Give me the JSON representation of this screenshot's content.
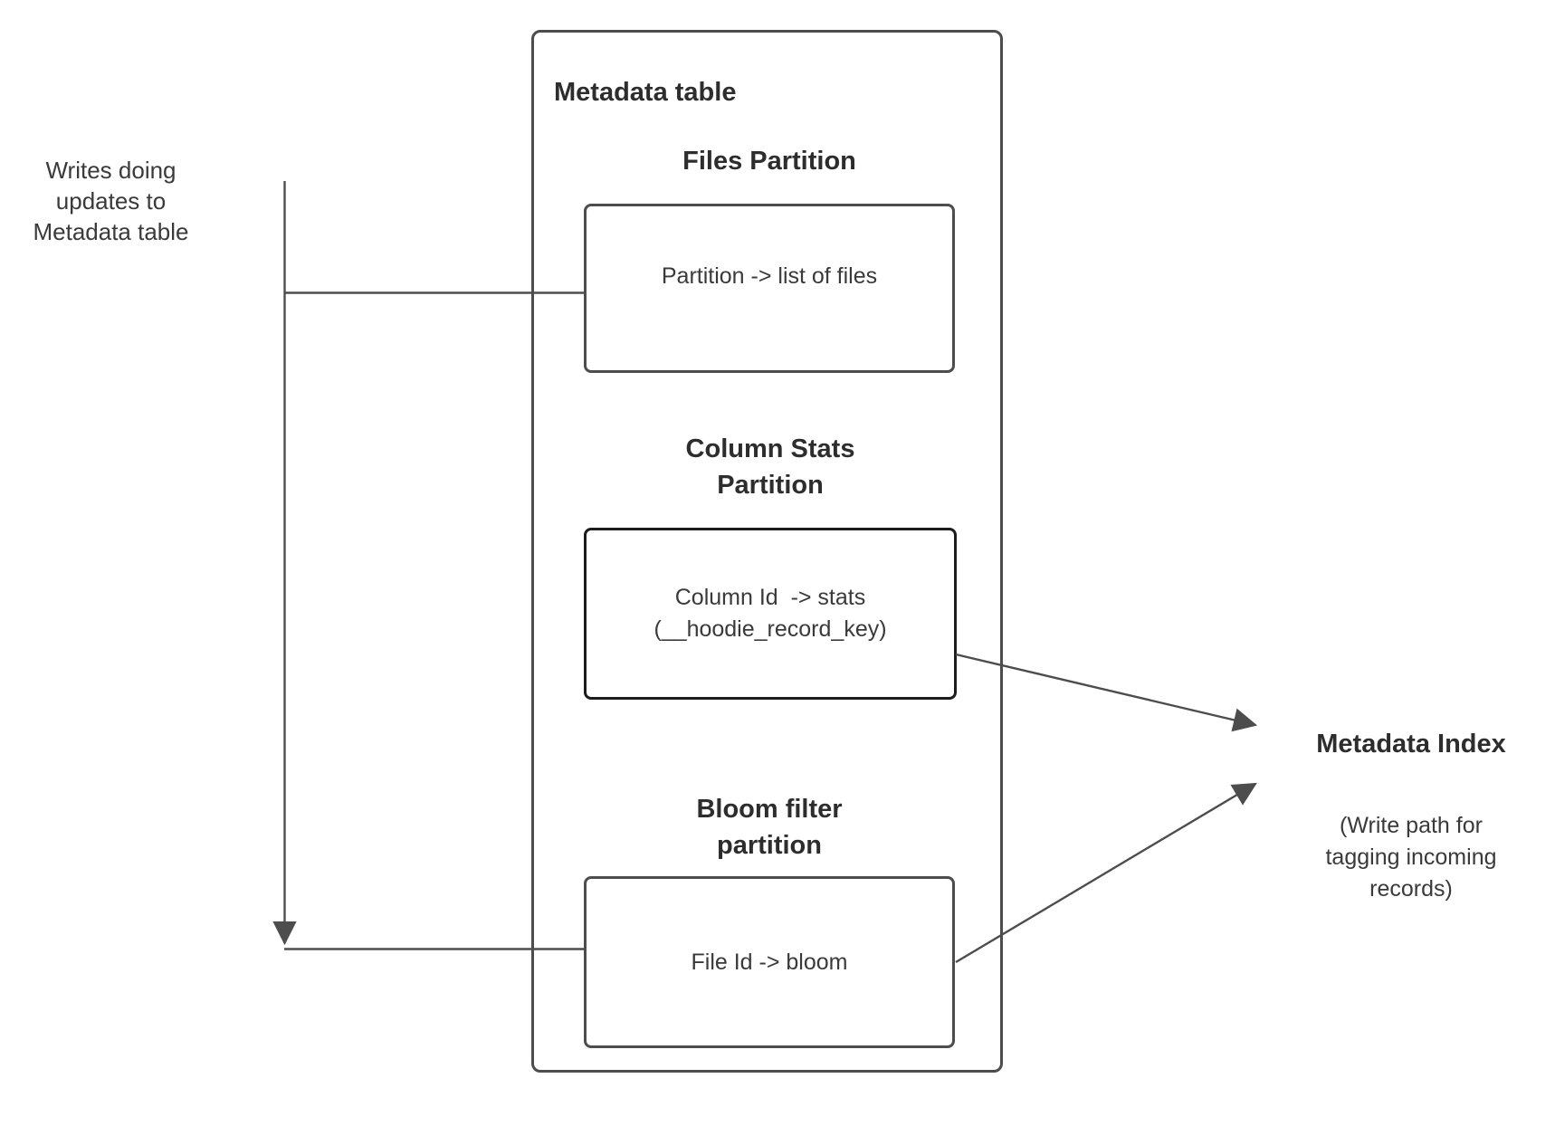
{
  "diagram": {
    "left_note": "Writes doing\nupdates to\nMetadata table",
    "table": {
      "title": "Metadata table"
    },
    "sections": [
      {
        "heading": "Files Partition",
        "box_label": "Partition -> list of files"
      },
      {
        "heading": "Column Stats\nPartition",
        "box_label": "Column Id  -> stats\n(__hoodie_record_key)"
      },
      {
        "heading": "Bloom filter\npartition",
        "box_label": "File Id -> bloom"
      }
    ],
    "index": {
      "title": "Metadata Index",
      "caption": "(Write path for\ntagging incoming\nrecords)"
    },
    "colors": {
      "line": "#4d4d4d",
      "box_border": "#4d4d4d",
      "emphasis_border": "#1c1c1c",
      "heading_text": "#2d2d2d",
      "body_text": "#3a3a3a",
      "background": "#ffffff"
    }
  }
}
